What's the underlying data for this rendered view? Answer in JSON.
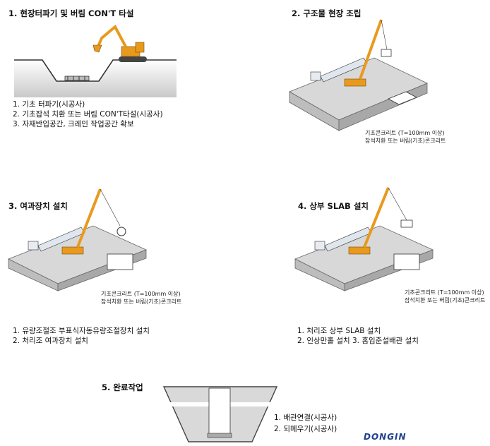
{
  "steps": [
    {
      "title": "1. 현장터파기 및 버림 CON'T 타설",
      "items": [
        "1. 기초 터파기(시공사)",
        "2. 기초잡석 치환 또는 버림 CON'T타설(시공사)",
        "3. 자재반입공간, 크레인 작업공간 확보"
      ]
    },
    {
      "title": "2. 구조물 현장 조립",
      "notes": [
        "기초콘크리트 (T=100mm 이상)",
        "잡석치환 또는 버림(기초)콘크리트"
      ]
    },
    {
      "title": "3. 여과장치 설치",
      "notes": [
        "기초콘크리트 (T=100mm 이상)",
        "잡석치환 또는 버림(기초)콘크리트"
      ],
      "items": [
        "1. 유량조절조 부표식자동유량조절장치 설치",
        "2. 처리조 여과장치 설치"
      ]
    },
    {
      "title": "4. 상부 SLAB 설치",
      "notes": [
        "기초콘크리트 (T=100mm 이상)",
        "잡석치환 또는 버림(기초)콘크리트"
      ],
      "items": [
        "1. 처리조 상부 SLAB 설치",
        "2. 인상만홀 설치   3. 홈입준설배관 설치"
      ]
    },
    {
      "title": "5. 완료작업",
      "items": [
        "1. 배관연결(시공사)",
        "2. 되메우기(시공사)"
      ]
    }
  ],
  "logo": "DONGIN",
  "colors": {
    "crane": "#e89a1e",
    "ground": "#d8d8d8",
    "slab_side": "#bdbdbd",
    "truck": "#dfe6ee"
  }
}
